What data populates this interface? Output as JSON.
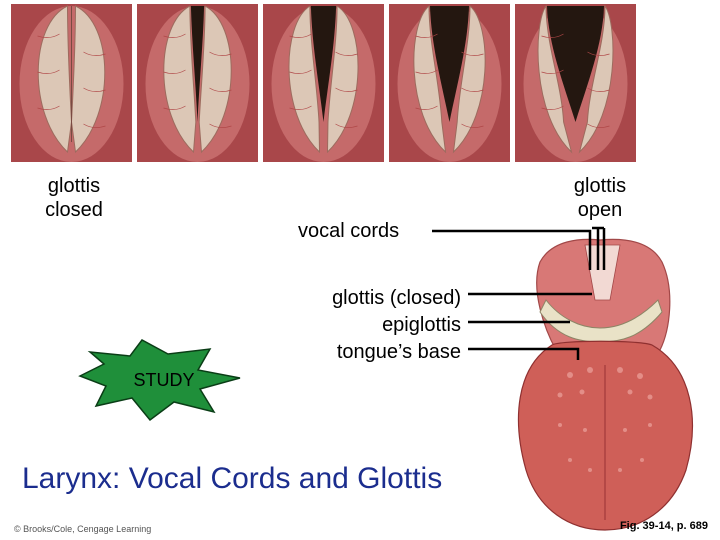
{
  "figure": {
    "panels": [
      {
        "state": "closed",
        "opening": 0.0
      },
      {
        "state": "slightly open",
        "opening": 0.12
      },
      {
        "state": "partly open",
        "opening": 0.32
      },
      {
        "state": "more open",
        "opening": 0.55
      },
      {
        "state": "open",
        "opening": 0.85
      }
    ],
    "label_glottis_closed": "glottis\nclosed",
    "label_glottis_open": "glottis\nopen",
    "label_vocal_cords": "vocal cords",
    "label_glottis_closed_lower": "glottis (closed)",
    "label_epiglottis": "epiglottis",
    "label_tongue_base": "tongue’s base",
    "study_badge": "STUDY",
    "title": "Larynx: Vocal Cords and Glottis",
    "figure_ref": "Fig. 39-14, p. 689",
    "credit": "© Brooks/Cole, Cengage Learning"
  },
  "colors": {
    "title": "#1b2d8e",
    "study_badge": "#1f8f3a",
    "tissue_pink": "#c56a6a",
    "cord_white": "#e9e2c7"
  }
}
